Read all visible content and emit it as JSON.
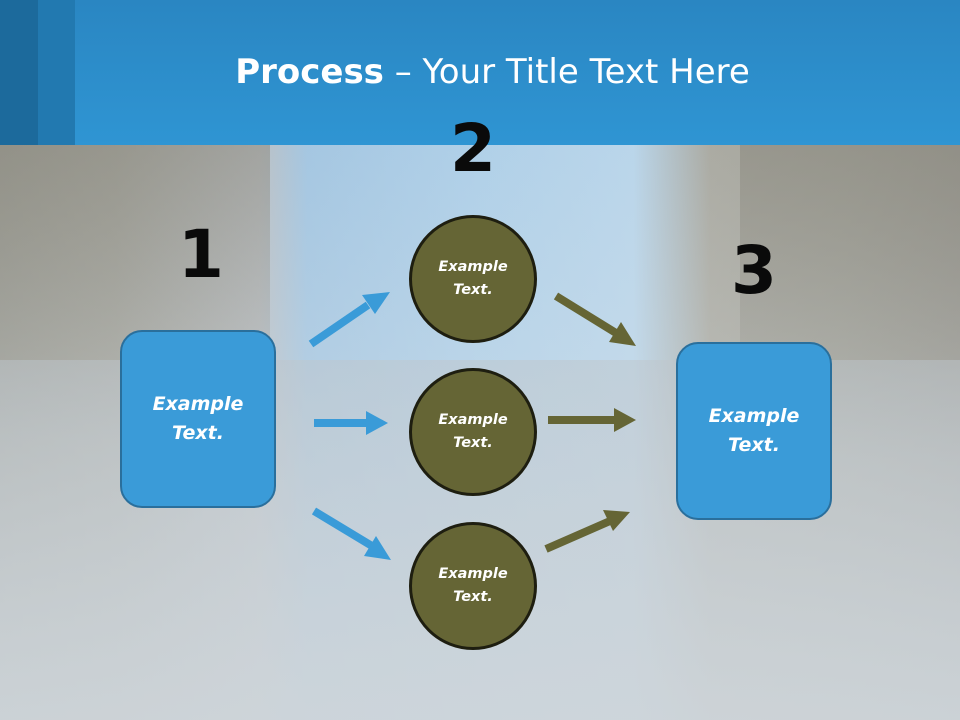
{
  "title": {
    "bold": "Process",
    "rest": " – Your Title Text Here"
  },
  "numbers": [
    "1",
    "2",
    "3"
  ],
  "boxes": [
    {
      "label": "Example\nText."
    },
    {
      "label": "Example\nText."
    }
  ],
  "circles": [
    {
      "label": "Example\nText."
    },
    {
      "label": "Example\nText."
    },
    {
      "label": "Example\nText."
    }
  ],
  "colors": {
    "header": "#2f95d3",
    "box_fill": "#3a9bd8",
    "circle_fill": "#656535",
    "blue_arrow": "#3a9bd8",
    "olive_arrow": "#656535"
  }
}
